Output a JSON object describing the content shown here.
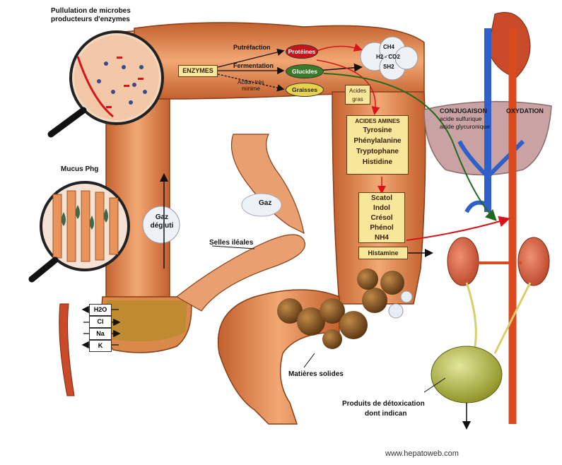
{
  "labels": {
    "microbes": "Pullulation de microbes",
    "microbes2": "producteurs d'enzymes",
    "enzymes": "ENZYMES",
    "putrefaction": "Putréfaction",
    "fermentation": "Fermentation",
    "action": "Action très",
    "action2": "minime",
    "proteines": "Protéines",
    "glucides": "Glucides",
    "graisses": "Graisses",
    "gases": [
      "CH4",
      "H2 - CO2",
      "SH2"
    ],
    "acides_gras": [
      "Acides",
      "gras"
    ],
    "acides_amines_title": "ACIDES AMINES",
    "acides_amines": [
      "Tyrosine",
      "Phénylalanine",
      "Tryptophane",
      "Histidine"
    ],
    "products": [
      "Scatol",
      "Indol",
      "Crésol",
      "Phénol",
      "NH4"
    ],
    "histamine": "Histamine",
    "mucus": "Mucus Phg",
    "gaz_deglutit": [
      "Gaz",
      "dégluti"
    ],
    "gaz": "Gaz",
    "selles": "Selles iléales",
    "ions": [
      "H2O",
      "Cl",
      "Na",
      "K"
    ],
    "matieres": "Matières solides",
    "conjugaison": "CONJUGAISON",
    "oxydation": "OXYDATION",
    "acide1": "acide sulfurique",
    "acide2": "acide glycuronique",
    "detox": "Produits de détoxication",
    "detox2": "dont indican",
    "url": "www.hepatoweb.com"
  },
  "colors": {
    "colon": "#e8945a",
    "colon_dark": "#c2602e",
    "box_fill": "#f6e79a",
    "artery": "#d94a1e",
    "vein": "#2f5fc8",
    "liver": "#c9a3a3",
    "bladder": "#b9c24a",
    "red_arrow": "#d8141a",
    "green_arrow": "#1f6a1f",
    "stool": "#7a4a1c"
  }
}
